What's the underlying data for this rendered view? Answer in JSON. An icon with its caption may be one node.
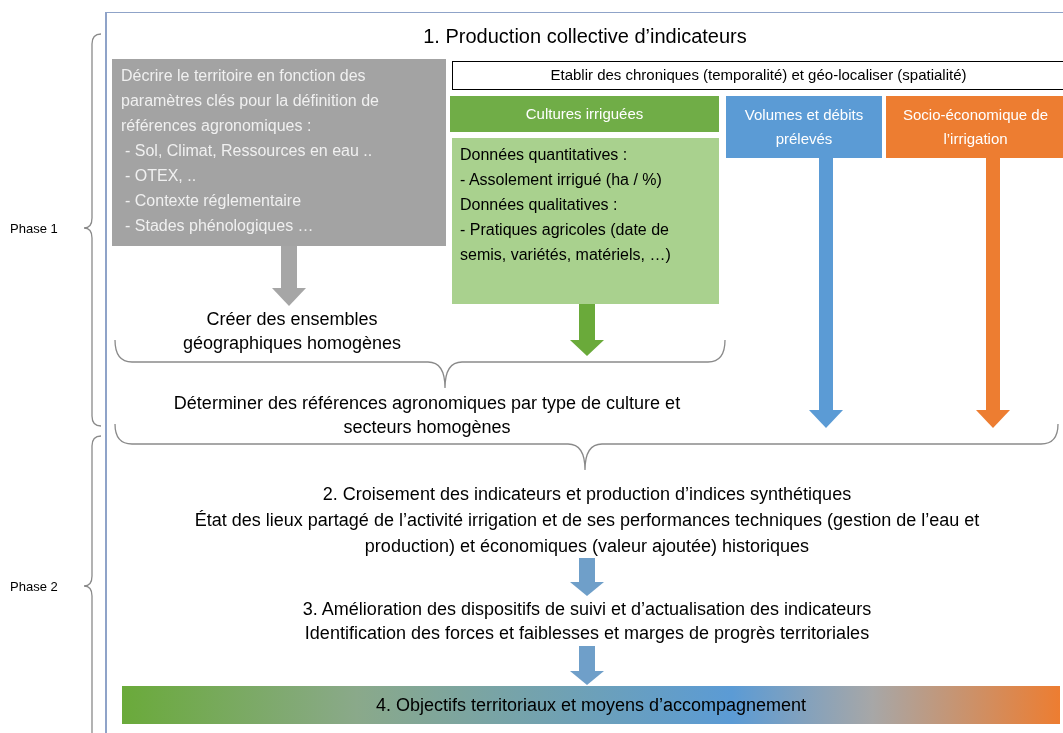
{
  "diagram": {
    "nodes": [
      {
        "text": [
          "1. Production collective d’indicateurs"
        ]
      },
      {
        "text": [
          "Décrire le territoire en fonction des paramètres clés pour la définition de références agronomiques :",
          "- Sol, Climat, Ressources en eau ..",
          "- OTEX, ..",
          "- Contexte réglementaire",
          "- Stades phénologiques …"
        ],
        "in": 0
      },
      {
        "text": [
          "Etablir des chroniques (temporalité) et géo-localiser (spatialité)"
        ],
        "in": 0
      },
      {
        "text": [
          "Cultures irriguées"
        ],
        "in": 0
      },
      {
        "text": [
          "Données quantitatives :",
          "- Assolement irrigué (ha / %)",
          "Données qualitatives :",
          "- Pratiques agricoles (date de semis, variétés, matériels, …)"
        ],
        "in": 0
      },
      {
        "text": [
          "Volumes et débits prélevés"
        ],
        "in": 0
      },
      {
        "text": [
          "Socio-économique de l’irrigation"
        ],
        "in": 0
      },
      {
        "text": [
          "Créer des ensembles géographiques homogènes"
        ],
        "in": 0
      },
      {
        "text": [
          "Déterminer des références agronomiques par type de culture et secteurs homogènes"
        ],
        "in": 0
      },
      {
        "text": [
          "2. Croisement des indicateurs et production d’indices synthétiques",
          "État des lieux partagé de l’activité irrigation et de ses performances techniques (gestion de l’eau et production) et économiques (valeur ajoutée) historiques"
        ],
        "in": 0
      },
      {
        "text": [
          "3. Amélioration des dispositifs de suivi et d’actualisation des indicateurs",
          "Identification des forces et faiblesses et marges de progrès territoriales"
        ],
        "in": 0
      },
      {
        "text": [
          "4. Objectifs territoriaux et moyens d’accompagnement"
        ],
        "in": 0
      }
    ],
    "edges": [
      {
        "from": 1,
        "to": 7,
        "arrow": "to",
        "color": "#a6a6a6"
      },
      {
        "from": 4,
        "to": 8,
        "arrow": "to",
        "color": "#6aaa3a"
      },
      {
        "from": 5,
        "to": 8,
        "arrow": "to",
        "color": "#5b9bd5"
      },
      {
        "from": 6,
        "to": 8,
        "arrow": "to",
        "color": "#ed7d31"
      },
      {
        "from": 9,
        "to": 10,
        "arrow": "to",
        "color": "#6f9fc9"
      },
      {
        "from": 10,
        "to": 11,
        "arrow": "to",
        "color": "#6f9fc9"
      }
    ],
    "labels": [
      "Phase 1",
      "Phase 2"
    ]
  }
}
